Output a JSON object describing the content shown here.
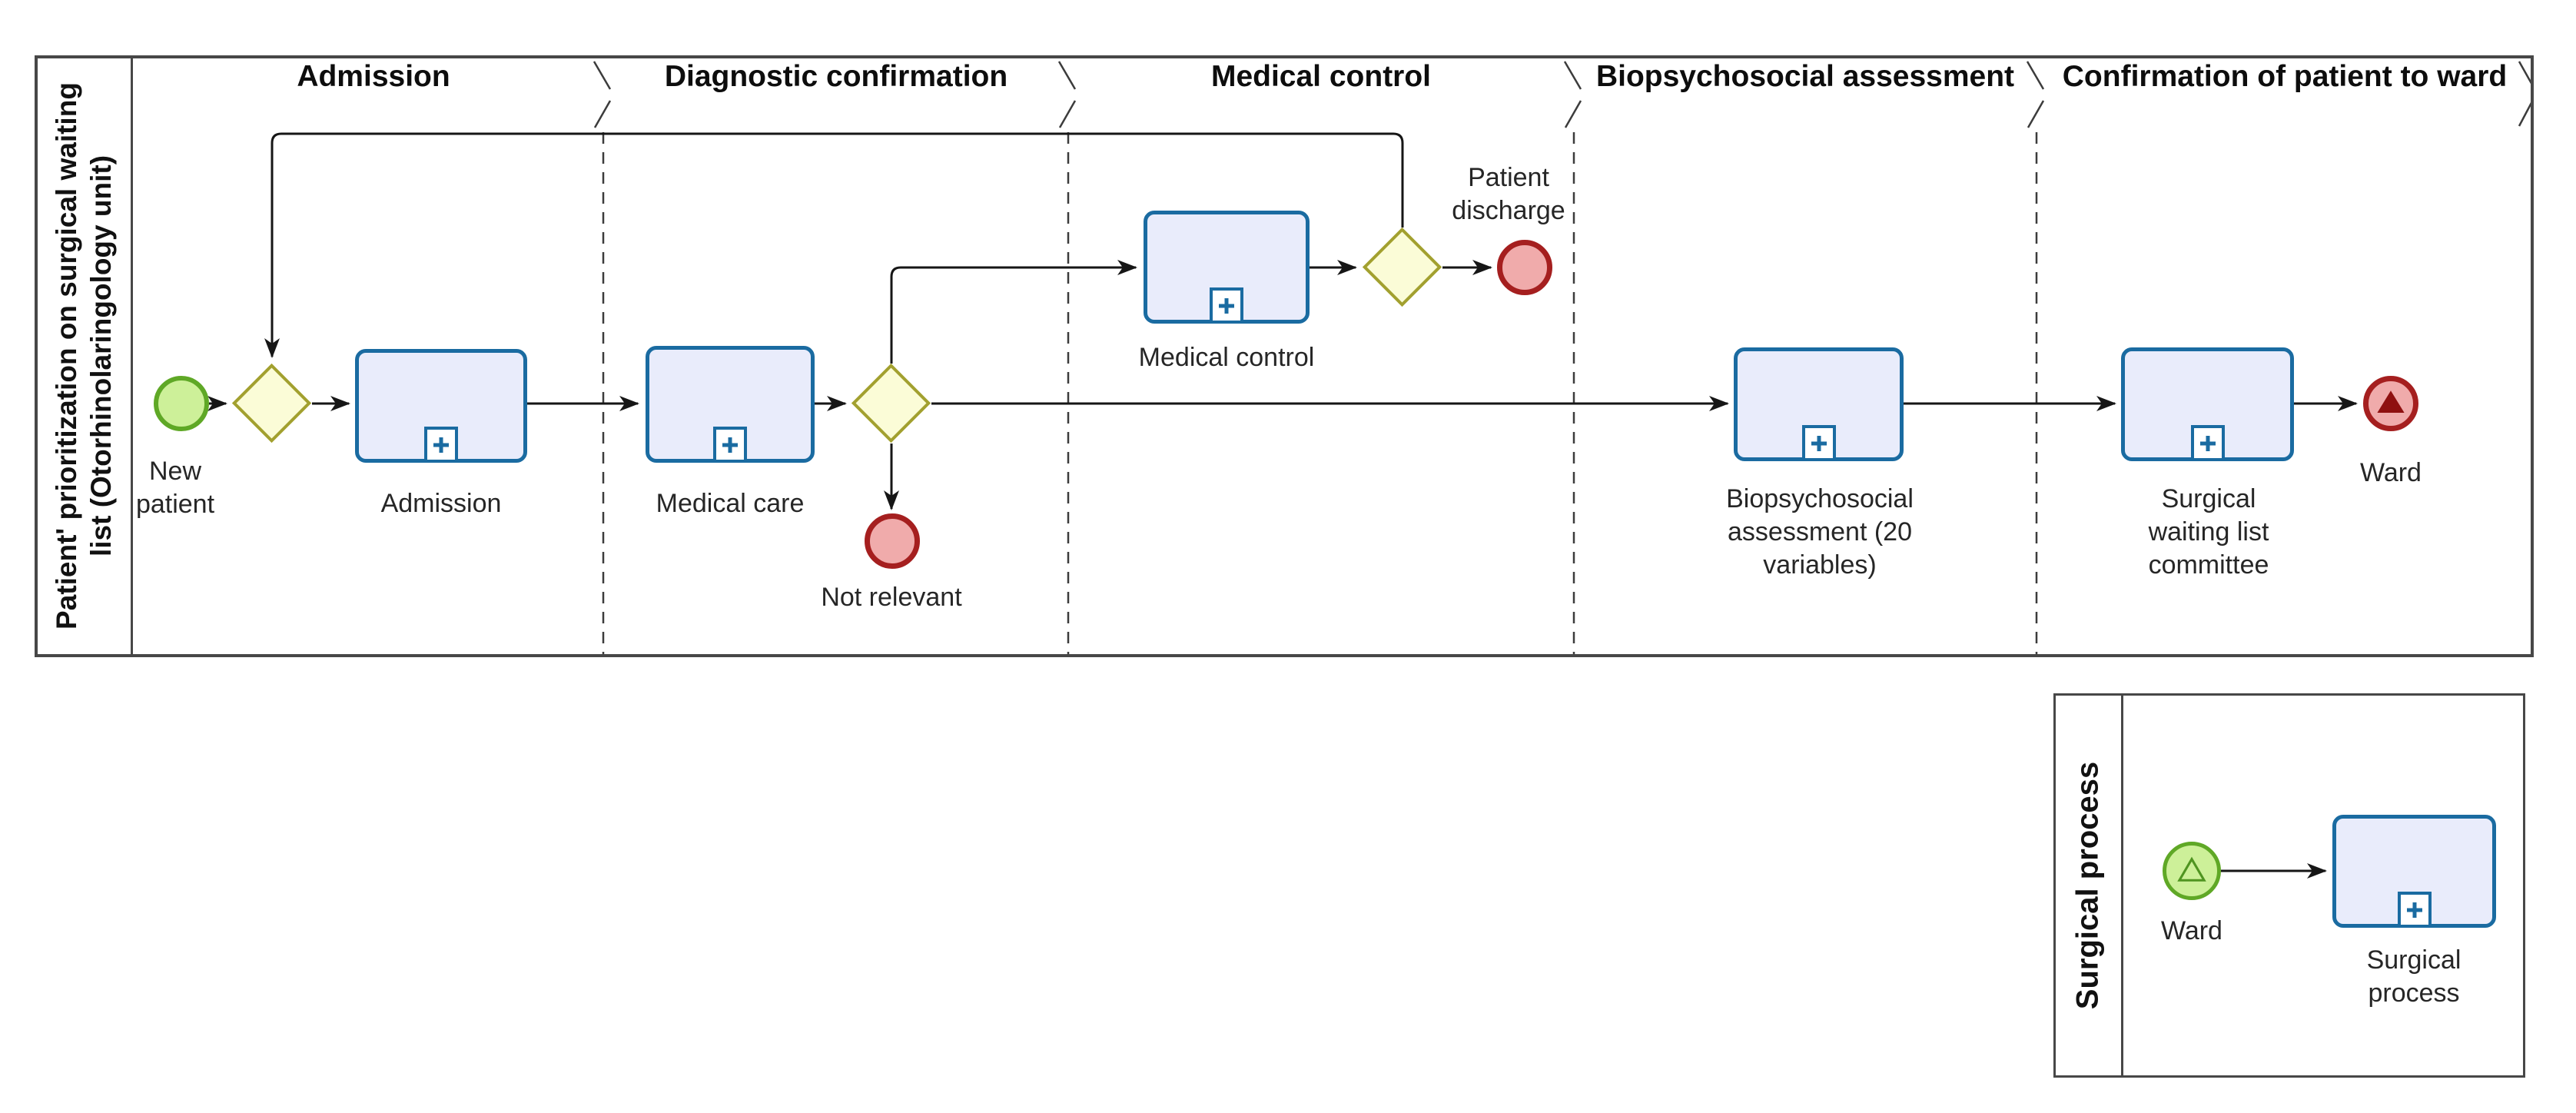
{
  "diagram_type": "BPMN process diagram",
  "main_pool": {
    "title": "Patient' prioritization on surgical waiting\nlist (Otorhinolaringology unit)",
    "lanes": [
      {
        "label": "Admission"
      },
      {
        "label": "Diagnostic confirmation"
      },
      {
        "label": "Medical control"
      },
      {
        "label": "Biopsychosocial assessment"
      },
      {
        "label": "Confirmation of patient to ward"
      }
    ],
    "nodes": {
      "start_new_patient": {
        "type": "start-event",
        "label": "New\npatient"
      },
      "gateway_entry": {
        "type": "exclusive-gateway",
        "label": ""
      },
      "task_admission": {
        "type": "collapsed-subprocess",
        "label": "Admission"
      },
      "task_medical_care": {
        "type": "collapsed-subprocess",
        "label": "Medical care"
      },
      "gateway_triage": {
        "type": "exclusive-gateway",
        "label": ""
      },
      "end_not_relevant": {
        "type": "end-event",
        "label": "Not relevant"
      },
      "task_medical_control": {
        "type": "collapsed-subprocess",
        "label": "Medical control"
      },
      "gateway_discharge": {
        "type": "exclusive-gateway",
        "label": ""
      },
      "end_patient_discharge": {
        "type": "end-event",
        "label": "Patient\ndischarge"
      },
      "task_biopsychosocial": {
        "type": "collapsed-subprocess",
        "label": "Biopsychosocial\nassessment (20\nvariables)"
      },
      "task_surgical_committee": {
        "type": "collapsed-subprocess",
        "label": "Surgical\nwaiting list\ncommittee"
      },
      "end_ward": {
        "type": "signal-end-event",
        "label": "Ward"
      }
    }
  },
  "secondary_pool": {
    "title": "Surgical process",
    "nodes": {
      "start_ward": {
        "type": "signal-start-event",
        "label": "Ward"
      },
      "task_surgical_process": {
        "type": "collapsed-subprocess",
        "label": "Surgical\nprocess"
      }
    }
  },
  "colors": {
    "task_fill": "#e9ecfb",
    "task_border": "#1a6ba1",
    "gateway_fill": "#fbfcd7",
    "gateway_border": "#a2a02f",
    "start_event_fill": "#cdf099",
    "start_event_border": "#5fa826",
    "end_event_fill": "#f0abab",
    "end_event_border": "#a51f1f",
    "signal_end_triangle": "#8f1010",
    "flow_line": "#161616",
    "pool_border": "#474747"
  }
}
